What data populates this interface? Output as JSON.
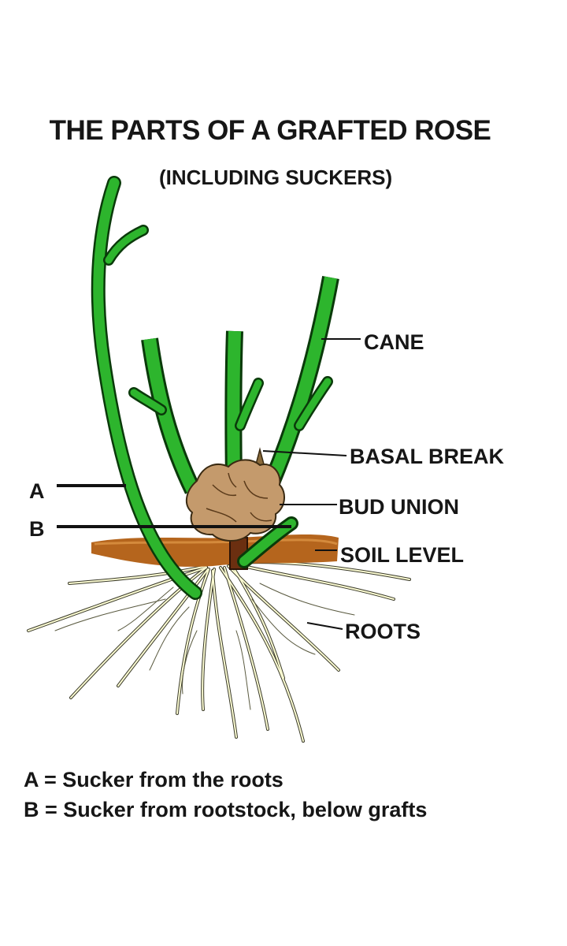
{
  "title": "THE PARTS OF A GRAFTED ROSE",
  "subtitle": "(INCLUDING SUCKERS)",
  "labels": {
    "cane": "CANE",
    "basal_break": "BASAL BREAK",
    "bud_union": "BUD UNION",
    "soil_level": "SOIL LEVEL",
    "roots": "ROOTS",
    "a": "A",
    "b": "B"
  },
  "legend": {
    "a": "A = Sucker from the roots",
    "b": "B = Sucker from rootstock, below grafts"
  },
  "colors": {
    "stem": "#2db52d",
    "stem_outline": "#0a3a0a",
    "bud_union": "#c49a6c",
    "soil": "#b5651d",
    "roots": "#fbfbd2"
  }
}
